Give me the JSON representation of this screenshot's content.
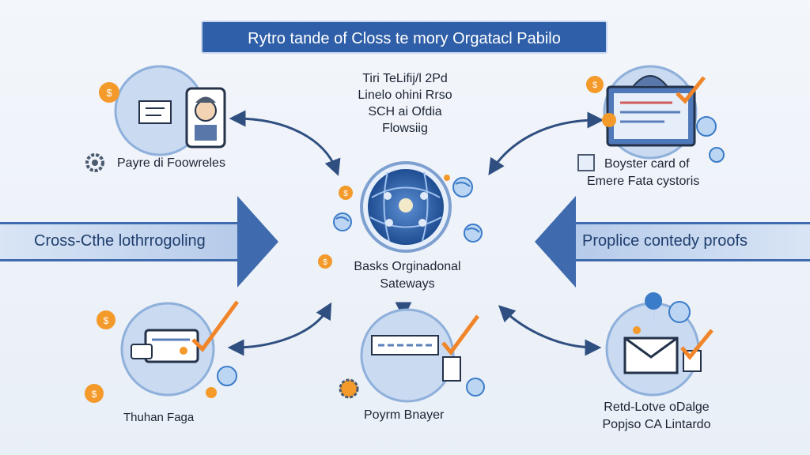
{
  "title": "Rytro tande of Closs te mory Orgatacl Pabilo",
  "center_text": {
    "line1": "Tiri TeLifij/l 2Pd",
    "line2": "Linelo ohini Rrso",
    "line3": "SCH ai Ofdia",
    "line4": "Flowsiig"
  },
  "band_left": "Cross-Cthe lothrrogoling",
  "band_right": "Proplice contedy proofs",
  "hub": {
    "line1": "Basks Orginadonal",
    "line2": "Sateways"
  },
  "nodes": {
    "top_left": {
      "label": "Payre di Foowreles"
    },
    "top_right": {
      "line1": "Boyster card of",
      "line2": "Emere Fata cystoris"
    },
    "bottom_left": {
      "label": "Thuhan Faga"
    },
    "bottom_center": {
      "label": "Poyrm Bnayer"
    },
    "bottom_right": {
      "line1": "Retd-Lotve oDalge",
      "line2": "Popjso CA Lintardo"
    }
  },
  "colors": {
    "band": "#4b78b8",
    "arrow_head": "#3f6aad",
    "node_fill": "#c9daf1",
    "node_stroke": "#8fb0db",
    "coin": "#f39a2a",
    "check": "#f0852a",
    "banner": "#2f5fa8"
  }
}
